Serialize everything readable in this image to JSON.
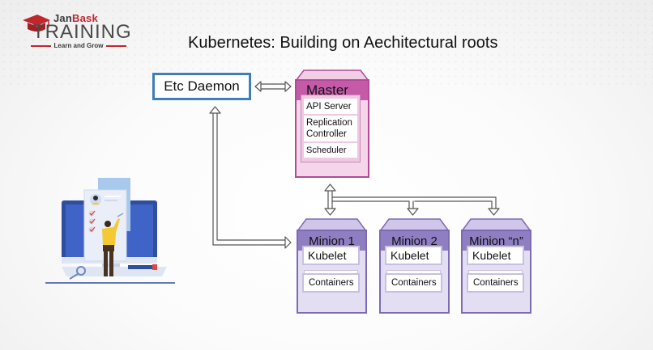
{
  "brand": {
    "name_prefix": "Jan",
    "name_suffix": "Bask",
    "product": "TRAINING",
    "tagline": "Learn and Grow",
    "accent_color": "#c0272d"
  },
  "title": "Kubernetes: Building on Aechitectural roots",
  "etcd": {
    "label": "Etc Daemon",
    "border_color": "#3d7fb8"
  },
  "master": {
    "label": "Master",
    "color": "#c55aa9",
    "components": [
      "API Server",
      "Replication Controller",
      "Scheduler"
    ]
  },
  "minions": [
    {
      "label": "Minion 1",
      "kubelet": "Kubelet",
      "containers": "Containers"
    },
    {
      "label": "Minion 2",
      "kubelet": "Kubelet",
      "containers": "Containers"
    },
    {
      "label": "Minion “n”",
      "kubelet": "Kubelet",
      "containers": "Containers"
    }
  ],
  "minion_color": "#8f7fc2",
  "connections": [
    {
      "from": "Etc Daemon",
      "to": "Master",
      "type": "bidirectional"
    },
    {
      "from": "Etc Daemon",
      "to": "Minion 1",
      "type": "bidirectional"
    },
    {
      "from": "Master",
      "to": "Minions",
      "type": "bidirectional"
    }
  ],
  "illustration": "person-checking-checklist-on-monitor"
}
